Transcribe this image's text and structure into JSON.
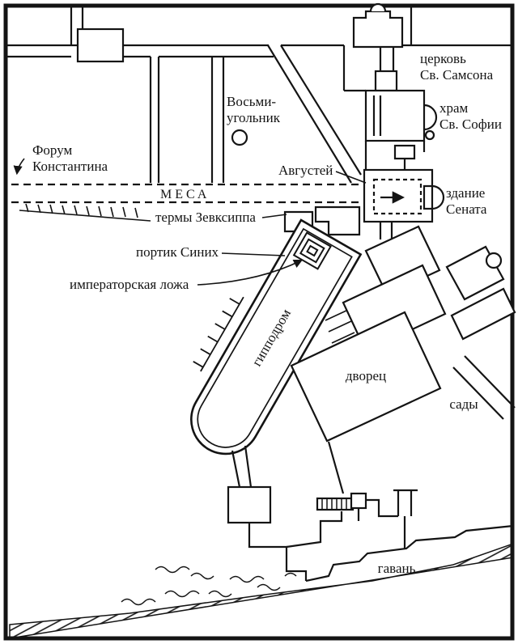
{
  "map": {
    "colors": {
      "ink": "#141414",
      "paper": "#ffffff"
    },
    "labels": {
      "forum_line1": "Форум",
      "forum_line2": "Константина",
      "mese": "МЕСА",
      "octagon_line1": "Восьми-",
      "octagon_line2": "угольник",
      "augustaion": "Августей",
      "church_samson_line1": "церковь",
      "church_samson_line2": "Св. Самсона",
      "hagia_sophia_line1": "храм",
      "hagia_sophia_line2": "Св. Софии",
      "senate_line1": "здание",
      "senate_line2": "Сената",
      "baths": "термы Зевксиппа",
      "portico_blues": "портик Синих",
      "imperial_box": "императорская ложа",
      "hippodrome": "гипподром",
      "palace": "дворец",
      "gardens": "сады",
      "harbor": "гавань"
    }
  }
}
